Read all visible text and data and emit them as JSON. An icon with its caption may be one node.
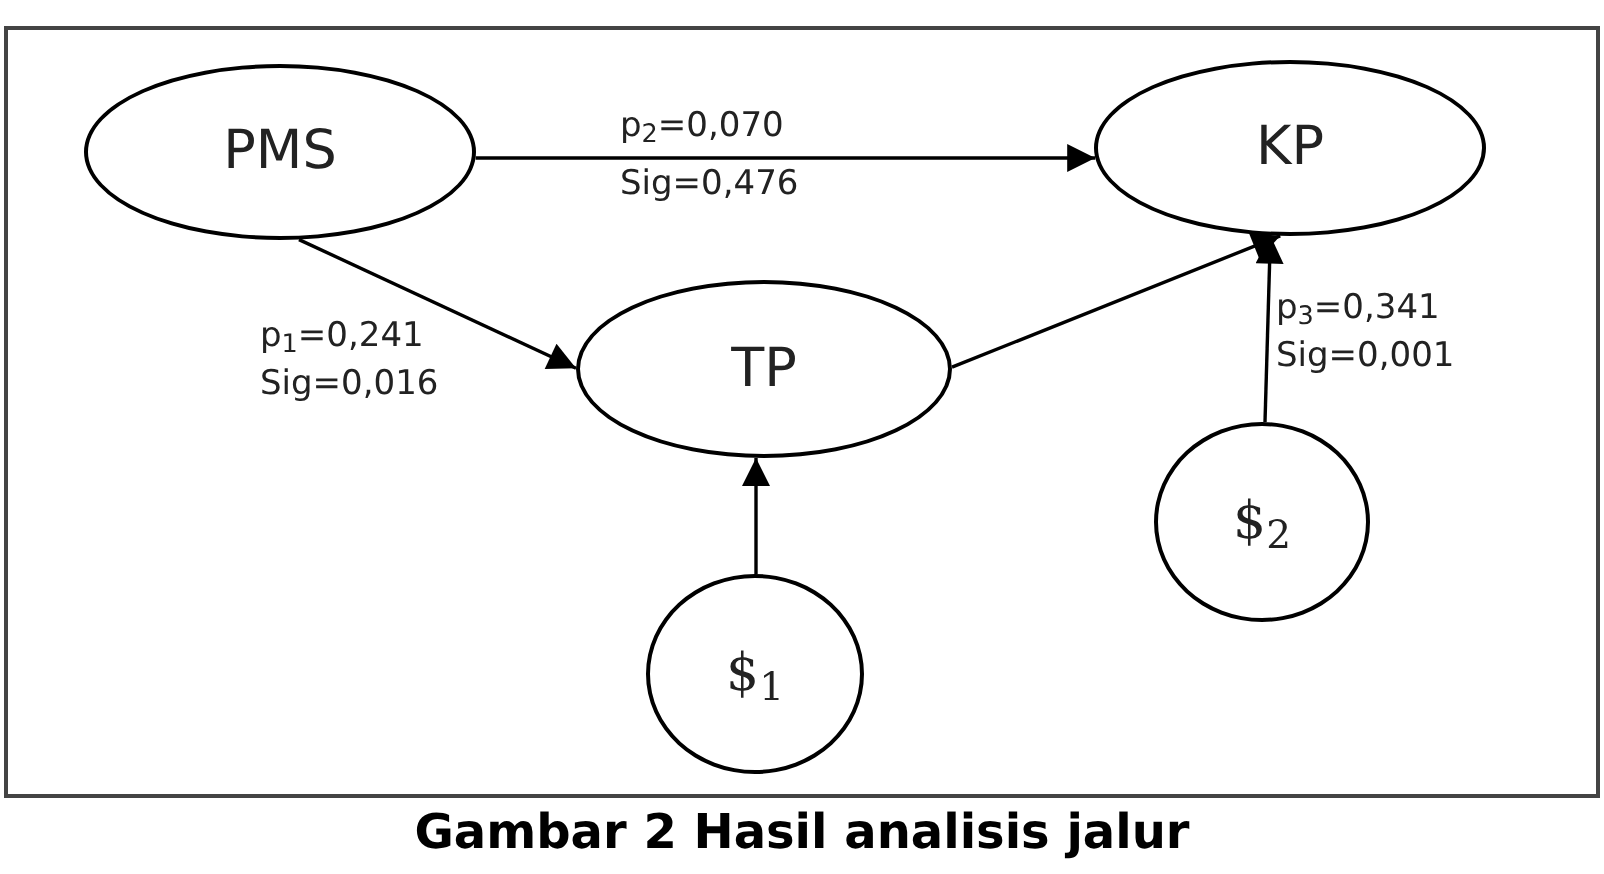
{
  "diagram": {
    "caption": "Gambar 2 Hasil analisis jalur",
    "nodes": [
      {
        "text": [
          "PMS"
        ]
      },
      {
        "text": [
          "KP"
        ]
      },
      {
        "text": [
          "TP"
        ]
      },
      {
        "text": [
          "$$_{2}$"
        ]
      },
      {
        "text": [
          "$$_{1}$"
        ]
      }
    ],
    "edges": [
      {
        "from": 0,
        "to": 1,
        "arrow": "to",
        "label": "p$_{2}$=0,070 Sig=0,476"
      },
      {
        "from": 0,
        "to": 2,
        "arrow": "to",
        "label": "p$_{1}$=0,241 Sig=0,016"
      },
      {
        "from": 2,
        "to": 1,
        "arrow": "to"
      },
      {
        "from": 3,
        "to": 1,
        "arrow": "to",
        "label": "p$_{3}$=0,341 Sig=0,001"
      },
      {
        "from": 4,
        "to": 2,
        "arrow": "to"
      }
    ]
  }
}
